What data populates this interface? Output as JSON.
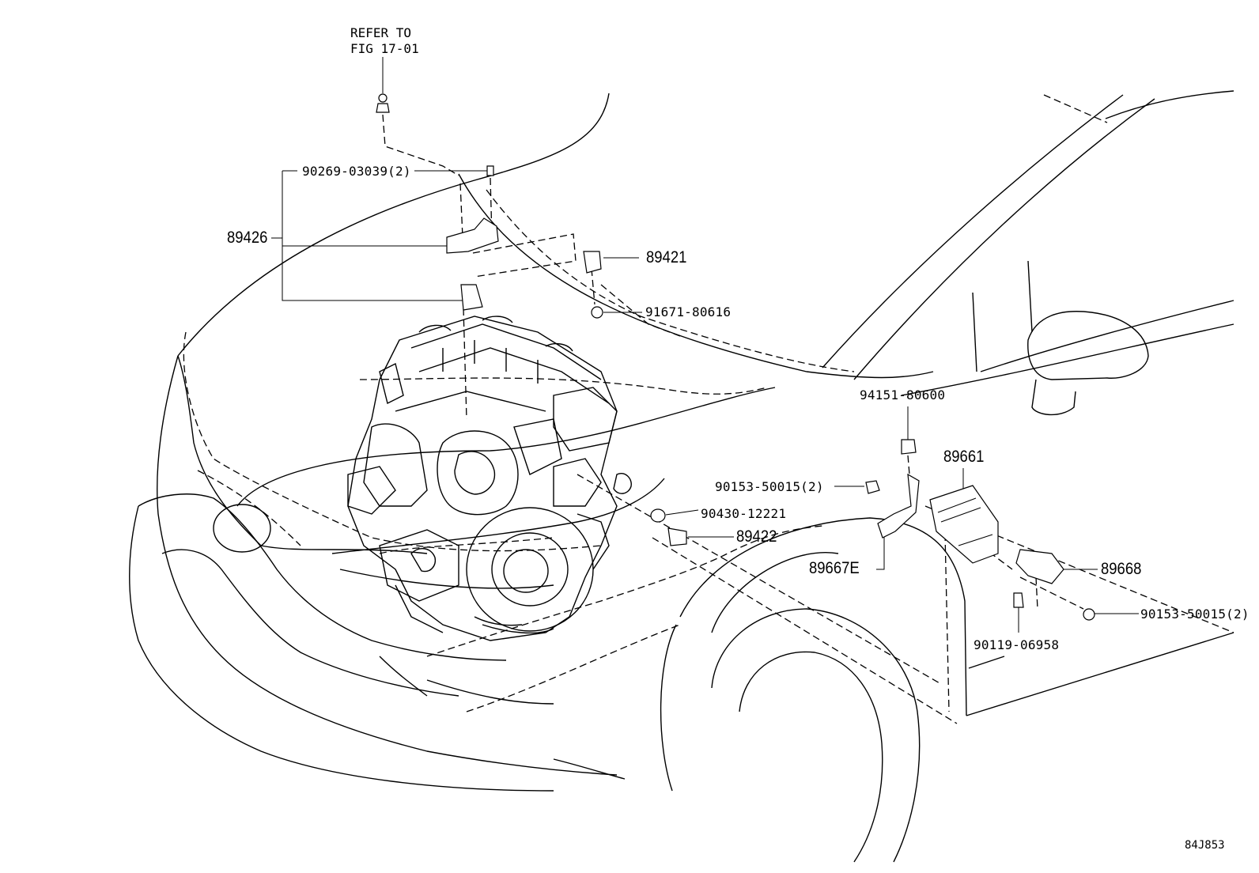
{
  "diagram": {
    "note_line1": "REFER TO",
    "note_line2": "FIG 17-01",
    "figure_id": "84J853",
    "parts": {
      "p90269": "90269-03039(2)",
      "p89426": "89426",
      "p89421": "89421",
      "p91671": "91671-80616",
      "p94151": "94151-80600",
      "p89661": "89661",
      "p90153a": "90153-50015(2)",
      "p90430": "90430-12221",
      "p89422": "89422",
      "p89667E": "89667E",
      "p89668": "89668",
      "p90153b": "90153-50015(2)",
      "p90119": "90119-06958"
    }
  }
}
